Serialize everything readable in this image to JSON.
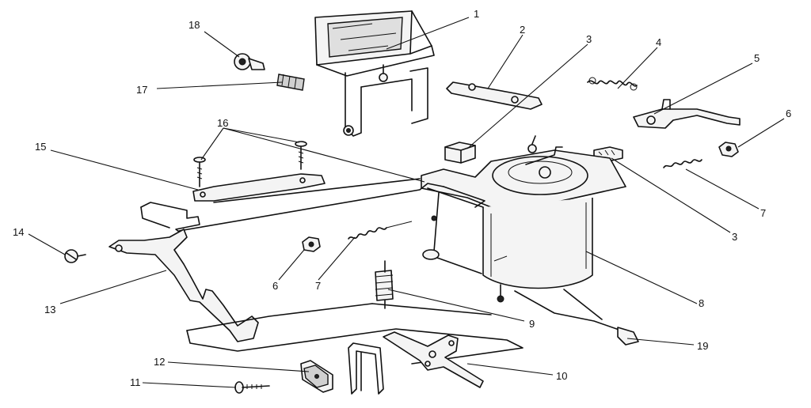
{
  "callouts": [
    {
      "id": "c1",
      "text": "1"
    },
    {
      "id": "c2",
      "text": "2"
    },
    {
      "id": "c3a",
      "text": "3"
    },
    {
      "id": "c4",
      "text": "4"
    },
    {
      "id": "c5",
      "text": "5"
    },
    {
      "id": "c6a",
      "text": "6"
    },
    {
      "id": "c7a",
      "text": "7"
    },
    {
      "id": "c3b",
      "text": "3"
    },
    {
      "id": "c8",
      "text": "8"
    },
    {
      "id": "c19",
      "text": "19"
    },
    {
      "id": "c10",
      "text": "10"
    },
    {
      "id": "c9",
      "text": "9"
    },
    {
      "id": "c11",
      "text": "11"
    },
    {
      "id": "c12",
      "text": "12"
    },
    {
      "id": "c13",
      "text": "13"
    },
    {
      "id": "c14",
      "text": "14"
    },
    {
      "id": "c6b",
      "text": "6"
    },
    {
      "id": "c7b",
      "text": "7"
    },
    {
      "id": "c15",
      "text": "15"
    },
    {
      "id": "c16",
      "text": "16"
    },
    {
      "id": "c17",
      "text": "17"
    },
    {
      "id": "c18",
      "text": "18"
    }
  ]
}
